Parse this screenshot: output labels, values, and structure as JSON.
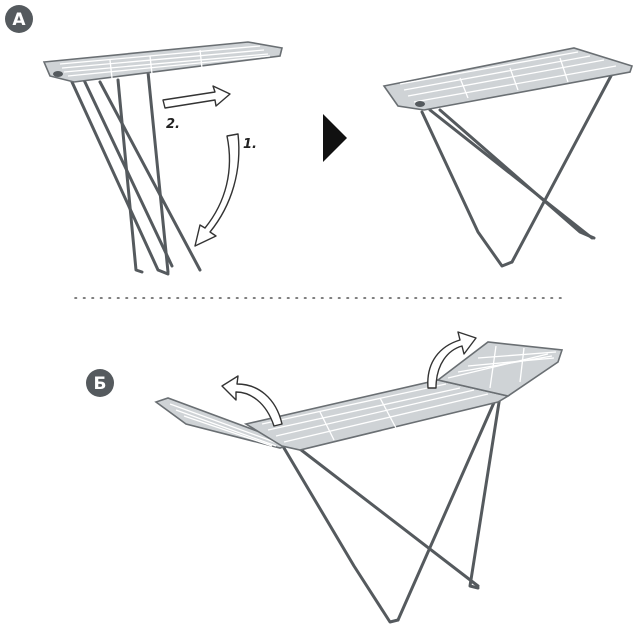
{
  "section_a": {
    "badge": "А",
    "step1": "1.",
    "step2": "2."
  },
  "section_b": {
    "badge": "Б"
  },
  "colors": {
    "badge": "#555a5e",
    "frame": "#555a5e",
    "tray": "#cfd3d6",
    "arrow_outline": "#333333"
  },
  "icons": {
    "direction": "triangle-right-icon",
    "fold_arrow": "curved-arrow-icon",
    "move_arrow": "straight-arrow-icon"
  }
}
